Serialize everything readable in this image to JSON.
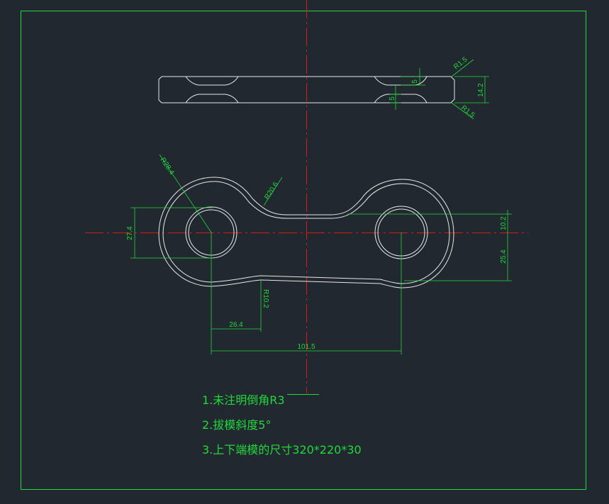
{
  "colors": {
    "background": "#212830",
    "geometry": "#e8e8e8",
    "dimension": "#22d83a",
    "centerline": "#d81a1a"
  },
  "top_view": {
    "dims": {
      "slot_top": "5",
      "slot_bottom": "5",
      "thickness": "14.2",
      "radius_top": "R1.5",
      "radius_bottom": "R1.5"
    }
  },
  "plan_view": {
    "dims": {
      "outer_radius": "R28.4",
      "neck_top_radius": "R20.6",
      "neck_bottom_radius": "R10.2",
      "left_hole_height": "27.4",
      "right_hole_offset": "10.2",
      "right_hole_to_bottom": "25.4",
      "neck_offset": "26.4",
      "center_distance": "101.5"
    }
  },
  "notes": [
    "1.未注明倒角R3",
    "2.拔模斜度5°",
    "3.上下端模的尺寸320*220*30"
  ]
}
